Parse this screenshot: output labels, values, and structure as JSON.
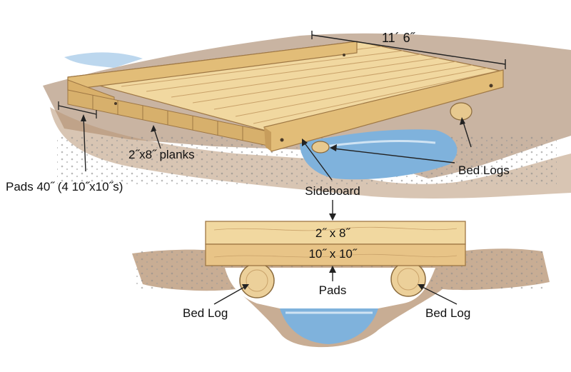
{
  "labels": {
    "length": "11´ 6˝",
    "planks": "2˝x8˝ planks",
    "pads_note": "Pads 40˝ (4  10˝x10˝s)",
    "bed_logs": "Bed Logs",
    "sideboard": "Sideboard",
    "board_top": "2˝ x 8˝",
    "board_bottom": "10˝ x 10˝",
    "pads": "Pads",
    "bed_log_left": "Bed Log",
    "bed_log_right": "Bed Log"
  },
  "colors": {
    "wood_light": "#f1d8a0",
    "wood_mid": "#e2bd78",
    "wood_dark": "#b98a49",
    "soil": "#9c7756",
    "soil_dark": "#7a5a40",
    "water": "#7fb2dc",
    "water_light": "#cfe3f3",
    "stone": "#8f8f8f",
    "ink": "#222222"
  }
}
